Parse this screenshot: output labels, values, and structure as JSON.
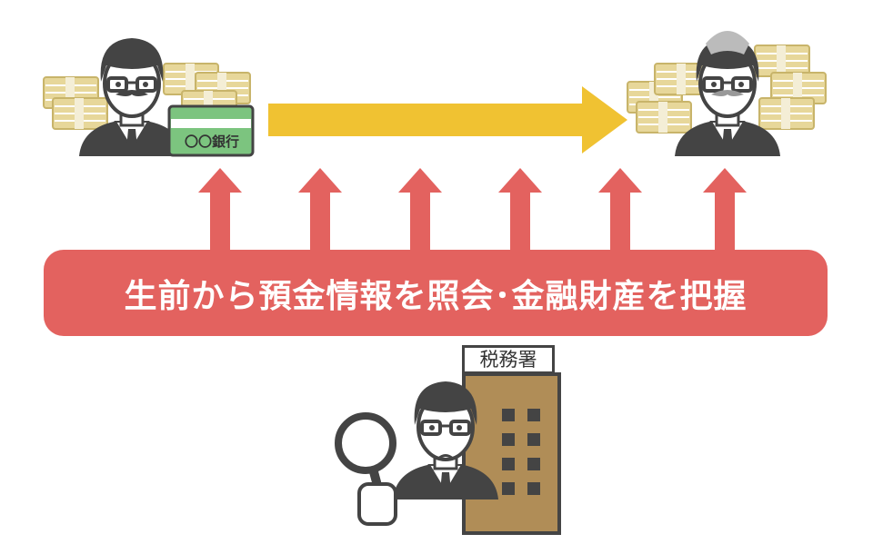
{
  "banner": {
    "text": "生前から預金情報を照会･金融財産を把握"
  },
  "bank_card": {
    "label": "〇〇銀行"
  },
  "tax_office": {
    "sign": "税務署"
  },
  "colors": {
    "banner": "#e3625f",
    "flow_arrow": "#f0c232",
    "up_arrows": "#e3625f",
    "money": "#e7d79a",
    "building": "#b08d57",
    "ink": "#444444",
    "card": "#7cc47f"
  }
}
